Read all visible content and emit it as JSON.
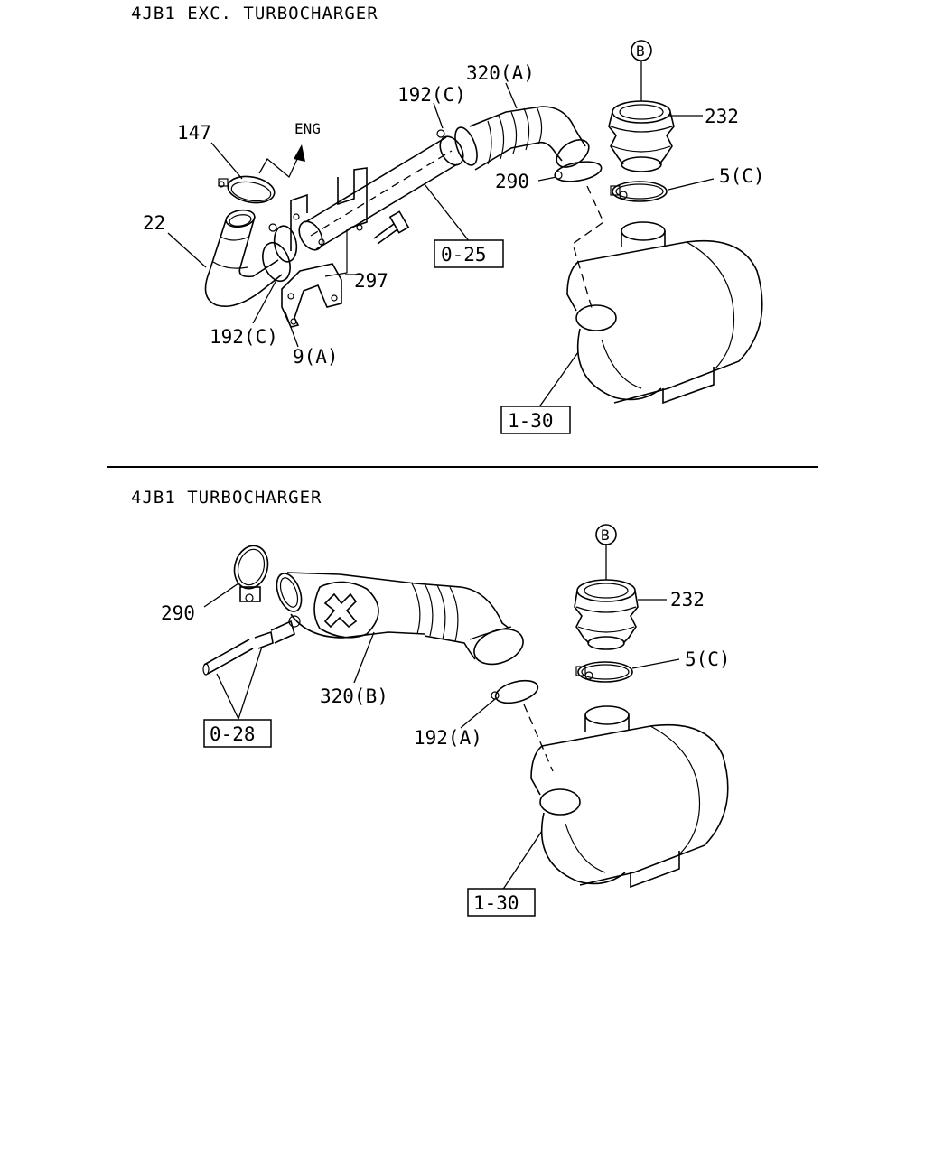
{
  "sections": [
    {
      "title": "4JB1  EXC. TURBOCHARGER",
      "labels": {
        "p147": "147",
        "eng": "ENG",
        "p22": "22",
        "p192c_top": "192(C)",
        "p320a": "320(A)",
        "ref_b": "B",
        "p232": "232",
        "p290": "290",
        "p5c": "5(C)",
        "ref_025": "0-25",
        "p297": "297",
        "p192c_bottom": "192(C)",
        "p9a": "9(A)",
        "ref_130": "1-30"
      }
    },
    {
      "title": "4JB1  TURBOCHARGER",
      "labels": {
        "ref_b": "B",
        "p232": "232",
        "p290": "290",
        "p5c": "5(C)",
        "p320b": "320(B)",
        "ref_028": "0-28",
        "p192a": "192(A)",
        "ref_130": "1-30"
      }
    }
  ]
}
